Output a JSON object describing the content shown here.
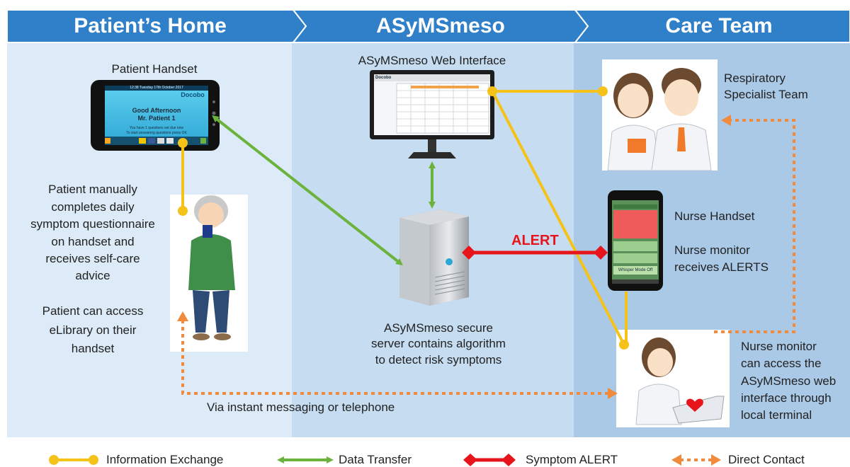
{
  "header": {
    "patients_home": "Patient’s Home",
    "asymsmeso": "ASyMSmeso",
    "care_team": "Care Team"
  },
  "patient_home": {
    "handset_title": "Patient Handset",
    "handset_screen": {
      "status_bar": "12:38 Tuesday 17th October 2017",
      "brand": "Docobo",
      "greeting": "Good Afternoon",
      "name": "Mr. Patient 1",
      "hint_1": "You have 1 questions set due now",
      "hint_2": "To start answering questions press OK"
    },
    "questionnaire_text": [
      "Patient manually",
      "completes daily",
      "symptom questionnaire",
      "on handset and",
      "receives self-care",
      "advice"
    ],
    "elibrary_text": [
      "Patient can access",
      "eLibrary on their",
      "handset"
    ]
  },
  "server_zone": {
    "web_interface_title": "ASyMSmeso Web Interface",
    "monitor_brand": "Docobo",
    "server_text": [
      "ASyMSmeso secure",
      "server contains algorithm",
      "to detect risk symptoms"
    ],
    "alert_label": "ALERT"
  },
  "care_team": {
    "specialist_text": [
      "Respiratory",
      "Specialist Team"
    ],
    "nurse_handset_title": "Nurse Handset",
    "nurse_alert_text": [
      "Nurse monitor",
      "receives ALERTS"
    ],
    "nurse_screen": {
      "whisper": "Whisper Mode Off"
    },
    "terminal_text": [
      "Nurse monitor",
      "can access the",
      "ASyMSmeso web",
      "interface through",
      "local terminal"
    ]
  },
  "via_text": "Via instant messaging or telephone",
  "legend": [
    {
      "label": "Information Exchange",
      "color": "#f5c21a",
      "style": "dot-line"
    },
    {
      "label": "Data Transfer",
      "color": "#6bb33d",
      "style": "double-arrow"
    },
    {
      "label": "Symptom ALERT",
      "color": "#e8141b",
      "style": "diamond-line"
    },
    {
      "label": "Direct Contact",
      "color": "#f08a3c",
      "style": "dotted-arrow"
    }
  ],
  "colors": {
    "header_blue": "#2f80c9",
    "zone_left": "#dcebf7",
    "zone_mid": "#c6dcf0",
    "zone_right": "#aac9e7",
    "info_exchange": "#f5c21a",
    "data_transfer": "#6bb33d",
    "symptom_alert": "#e8141b",
    "direct_contact": "#f08a3c"
  }
}
